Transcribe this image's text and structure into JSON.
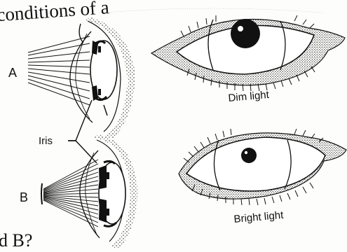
{
  "header_fragment": "conditions of a",
  "footer_fragment": "d B?",
  "labels": {
    "eye_a": "A",
    "eye_b": "B",
    "iris": "Iris",
    "dim_light": "Dim light",
    "bright_light": "Bright light"
  },
  "pupil_sizes": {
    "dim_light": "large",
    "bright_light": "small"
  },
  "colors": {
    "ink": "#111111",
    "paper": "#fdfdfc"
  }
}
